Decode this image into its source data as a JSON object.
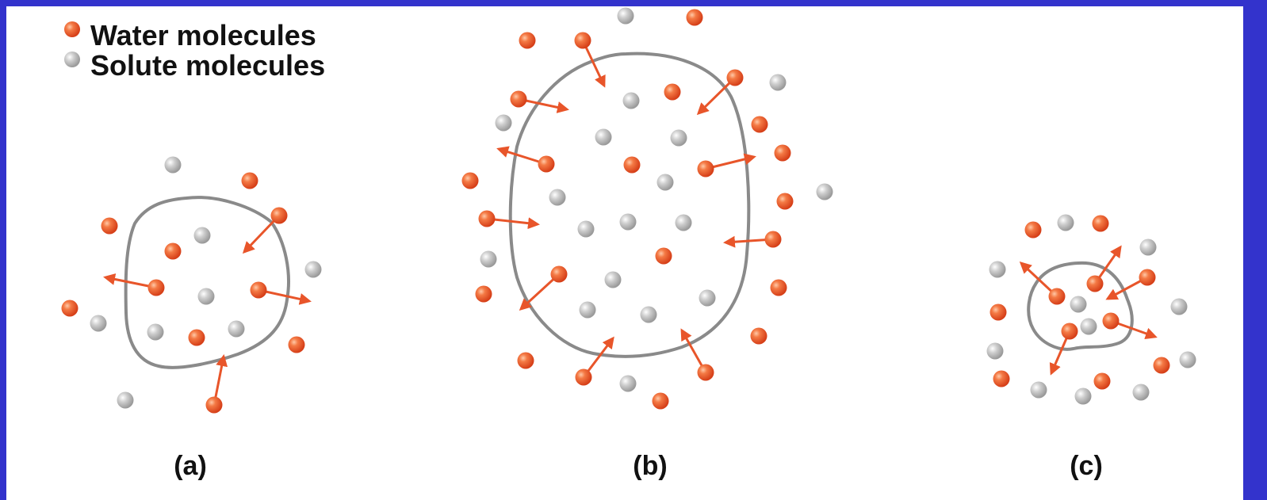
{
  "legend": {
    "water_label": "Water molecules",
    "solute_label": "Solute molecules"
  },
  "panels": {
    "a_label": "(a)",
    "b_label": "(b)",
    "c_label": "(c)"
  },
  "colors": {
    "frame": "#3333cc",
    "background": "#ffffff",
    "water": "#e8552a",
    "solute": "#b8b8b8",
    "membrane": "#8a8a8a",
    "arrow": "#e8552a"
  },
  "icons": {
    "water": "orange-sphere",
    "solute": "gray-sphere",
    "arrow": "arrow"
  }
}
